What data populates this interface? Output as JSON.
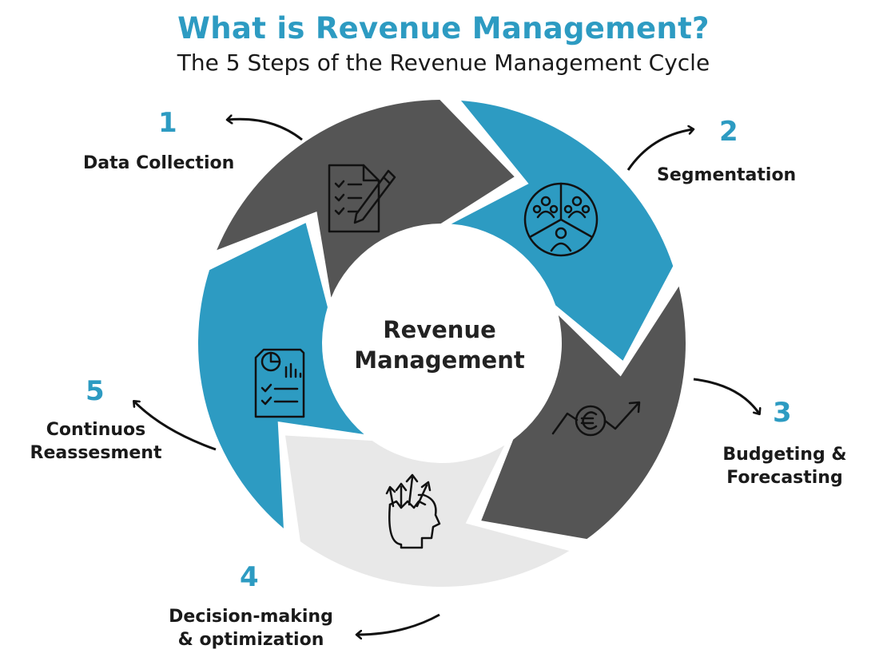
{
  "title": "What is Revenue Management?",
  "subtitle": "The 5 Steps of the Revenue Management Cycle",
  "center": {
    "line1": "Revenue",
    "line2": "Management"
  },
  "colors": {
    "blue": "#2d9bc2",
    "dark": "#555555",
    "light": "#e8e8e8",
    "accent": "#2d9bc2"
  },
  "steps": [
    {
      "number": "1",
      "label": "Data Collection",
      "icon": "checklist-pen-icon"
    },
    {
      "number": "2",
      "label": "Segmentation",
      "icon": "audience-segments-icon"
    },
    {
      "number": "3",
      "label_line1": "Budgeting &",
      "label_line2": "Forecasting",
      "icon": "euro-growth-icon"
    },
    {
      "number": "4",
      "label_line1": "Decision-making",
      "label_line2": "& optimization",
      "icon": "head-arrows-icon"
    },
    {
      "number": "5",
      "label_line1": "Continuos",
      "label_line2": "Reassesment",
      "icon": "report-checklist-icon"
    }
  ]
}
